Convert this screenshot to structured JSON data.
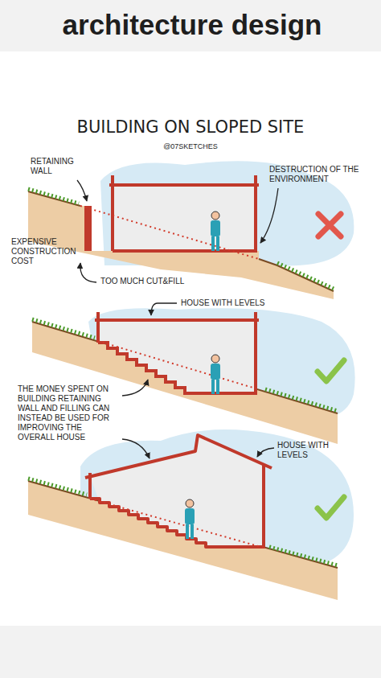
{
  "diagram": {
    "title": "BUILDING ON SLOPED SITE",
    "labels": [
      "architecture design",
      "@07SKETCHES",
      "RETAINING WALL",
      "DESTRUCTION OF THE ENVIRONMENT",
      "EXPENSIVE CONSTRUCTION COST",
      "TOO MUCH CUT&FILL",
      "HOUSE WITH LEVELS",
      "THE MONEY SPENT ON BUILDING RETAINING WALL AND FILLING CAN INSTEAD BE USED FOR IMPROVING THE OVERALL HOUSE",
      "HOUSE WITH LEVELS"
    ]
  }
}
